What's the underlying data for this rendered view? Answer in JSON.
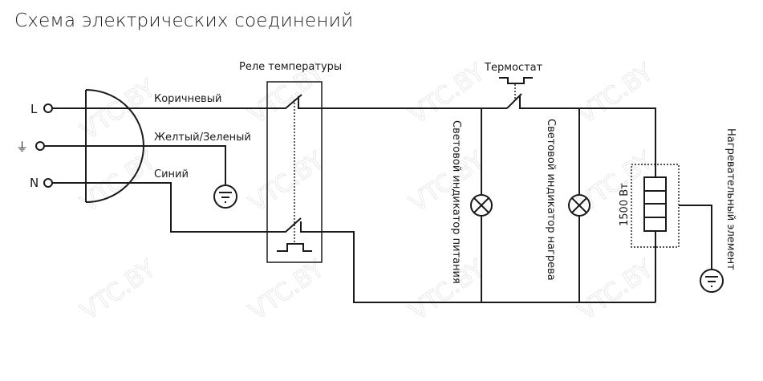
{
  "title": "Схема электрических соединений",
  "terminals": {
    "line": "L",
    "earth": "⏚",
    "neutral": "N"
  },
  "wires": {
    "brown": "Коричневый",
    "yellow_green": "Желтый/Зеленый",
    "blue": "Синий"
  },
  "components": {
    "relay": "Реле температуры",
    "thermostat": "Термостат",
    "power_indicator": "Световой индикатор питания",
    "heat_indicator": "Световой индикатор нагрева",
    "heater_power": "1500 Вт",
    "heater": "Нагревательный элемент"
  },
  "watermark": "VTC.BY"
}
